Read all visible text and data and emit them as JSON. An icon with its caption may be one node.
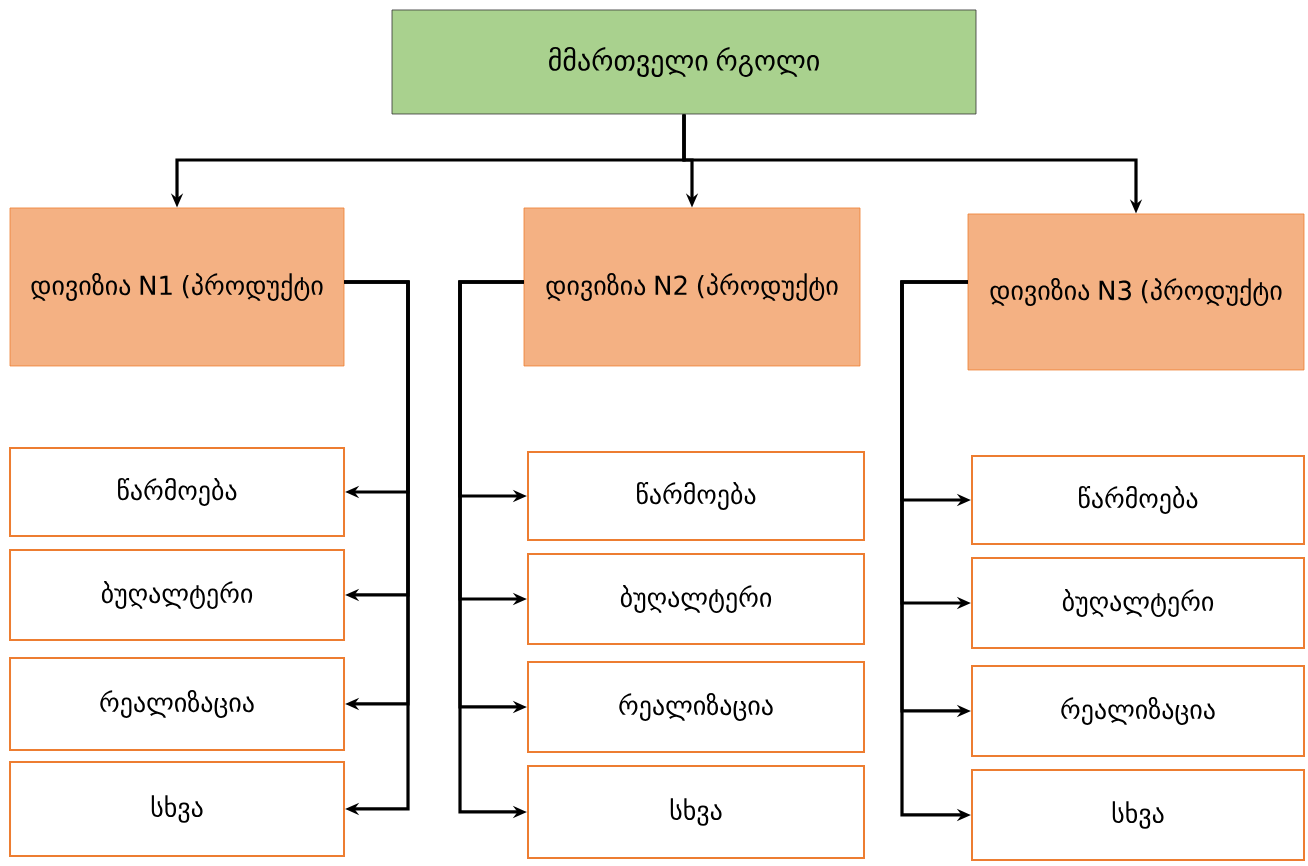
{
  "diagram": {
    "nodes": [
      {
        "text": [
          "მმართველი რგოლი"
        ]
      },
      {
        "text": [
          "დივიზია N1 (პროდუქტი"
        ]
      },
      {
        "text": [
          "წარმოება"
        ]
      },
      {
        "text": [
          "ბუღალტერი"
        ]
      },
      {
        "text": [
          "რეალიზაცია"
        ]
      },
      {
        "text": [
          "სხვა"
        ]
      },
      {
        "text": [
          "დივიზია N2 (პროდუქტი"
        ]
      },
      {
        "text": [
          "წარმოება"
        ]
      },
      {
        "text": [
          "ბუღალტერი"
        ]
      },
      {
        "text": [
          "რეალიზაცია"
        ]
      },
      {
        "text": [
          "სხვა"
        ]
      },
      {
        "text": [
          "დივიზია N3 (პროდუქტი"
        ]
      },
      {
        "text": [
          "წარმოება"
        ]
      },
      {
        "text": [
          "ბუღალტერი"
        ]
      },
      {
        "text": [
          "რეალიზაცია"
        ]
      },
      {
        "text": [
          "სხვა"
        ]
      }
    ],
    "edges": [
      {
        "from": 0,
        "to": 1,
        "arrow": "to"
      },
      {
        "from": 0,
        "to": 6,
        "arrow": "to"
      },
      {
        "from": 0,
        "to": 11,
        "arrow": "to"
      },
      {
        "from": 1,
        "to": 2,
        "arrow": "to"
      },
      {
        "from": 1,
        "to": 3,
        "arrow": "to"
      },
      {
        "from": 1,
        "to": 4,
        "arrow": "to"
      },
      {
        "from": 1,
        "to": 5,
        "arrow": "to"
      },
      {
        "from": 6,
        "to": 7,
        "arrow": "to"
      },
      {
        "from": 6,
        "to": 8,
        "arrow": "to"
      },
      {
        "from": 6,
        "to": 9,
        "arrow": "to"
      },
      {
        "from": 6,
        "to": 10,
        "arrow": "to"
      },
      {
        "from": 11,
        "to": 12,
        "arrow": "to"
      },
      {
        "from": 11,
        "to": 13,
        "arrow": "to"
      },
      {
        "from": 11,
        "to": 14,
        "arrow": "to"
      },
      {
        "from": 11,
        "to": 15,
        "arrow": "to"
      }
    ]
  }
}
